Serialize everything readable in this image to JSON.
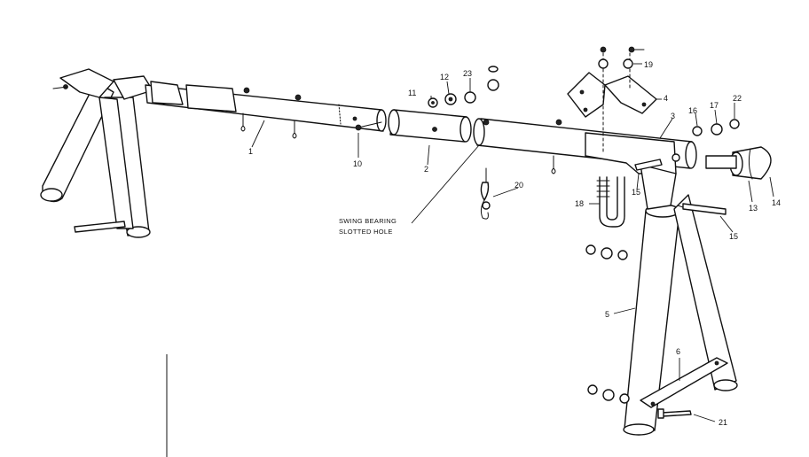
{
  "callouts": {
    "c1": "1",
    "c2": "2",
    "c3": "3",
    "c4": "4",
    "c5": "5",
    "c6": "6",
    "c10": "10",
    "c11": "11",
    "c12": "12",
    "c13": "13",
    "c14": "14",
    "c15a": "15",
    "c15b": "15",
    "c16": "16",
    "c17": "17",
    "c18": "18",
    "c19": "19",
    "c20": "20",
    "c21": "21",
    "c22": "22",
    "c23": "23"
  },
  "note": {
    "line1": "SWING BEARING",
    "line2": "SLOTTED HOLE"
  }
}
